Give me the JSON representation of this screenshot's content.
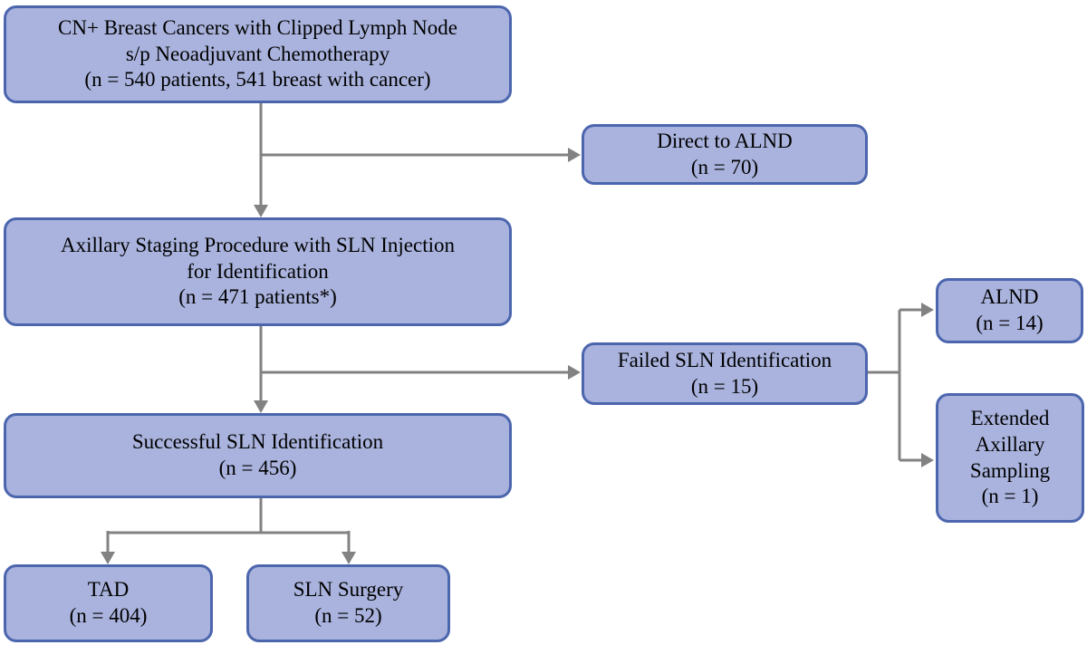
{
  "diagram": {
    "description": "CN+ breast cancer clipped lymph node patient flow diagram"
  },
  "nodes": {
    "cohort": {
      "lines": [
        "CN+ Breast Cancers with Clipped Lymph Node",
        "s/p Neoadjuvant Chemotherapy",
        "(n = 540 patients, 541 breast with cancer)"
      ]
    },
    "direct_alnd": {
      "lines": [
        "Direct to ALND",
        "(n = 70)"
      ]
    },
    "axillary_staging": {
      "lines": [
        "Axillary Staging Procedure with SLN Injection",
        "for Identification",
        "(n = 471 patients*)"
      ]
    },
    "alnd": {
      "lines": [
        "ALND",
        "(n = 14)"
      ]
    },
    "failed_sln": {
      "lines": [
        "Failed SLN Identification",
        "(n = 15)"
      ]
    },
    "extended_sampling": {
      "lines": [
        "Extended",
        "Axillary",
        "Sampling",
        "(n = 1)"
      ]
    },
    "successful_sln": {
      "lines": [
        "Successful SLN Identification",
        "(n = 456)"
      ]
    },
    "tad": {
      "lines": [
        "TAD",
        "(n = 404)"
      ]
    },
    "sln_surgery": {
      "lines": [
        "SLN Surgery",
        "(n = 52)"
      ]
    }
  },
  "colors": {
    "node_fill": "#a9b3dd",
    "node_border": "#4c66ae",
    "connector": "#828282",
    "text": "#000000"
  }
}
